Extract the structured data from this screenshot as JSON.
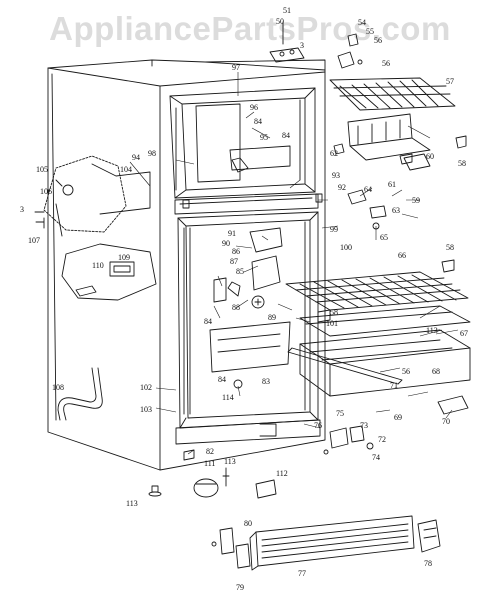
{
  "watermark": "AppliancePartsPros.com",
  "colors": {
    "line": "#1a1a1a",
    "background": "#ffffff",
    "watermark": "#dcdcdc"
  },
  "callouts": [
    "3",
    "50",
    "51",
    "54",
    "55",
    "56",
    "57",
    "58",
    "59",
    "60",
    "61",
    "62",
    "63",
    "64",
    "65",
    "66",
    "67",
    "68",
    "69",
    "70",
    "71",
    "72",
    "73",
    "74",
    "75",
    "76",
    "77",
    "78",
    "79",
    "80",
    "81",
    "82",
    "83",
    "84",
    "85",
    "86",
    "87",
    "88",
    "89",
    "90",
    "91",
    "92",
    "93",
    "94",
    "95",
    "96",
    "97",
    "98",
    "99",
    "100",
    "101",
    "102",
    "103",
    "104",
    "105",
    "106",
    "107",
    "108",
    "109",
    "110",
    "111",
    "112",
    "113",
    "114"
  ]
}
